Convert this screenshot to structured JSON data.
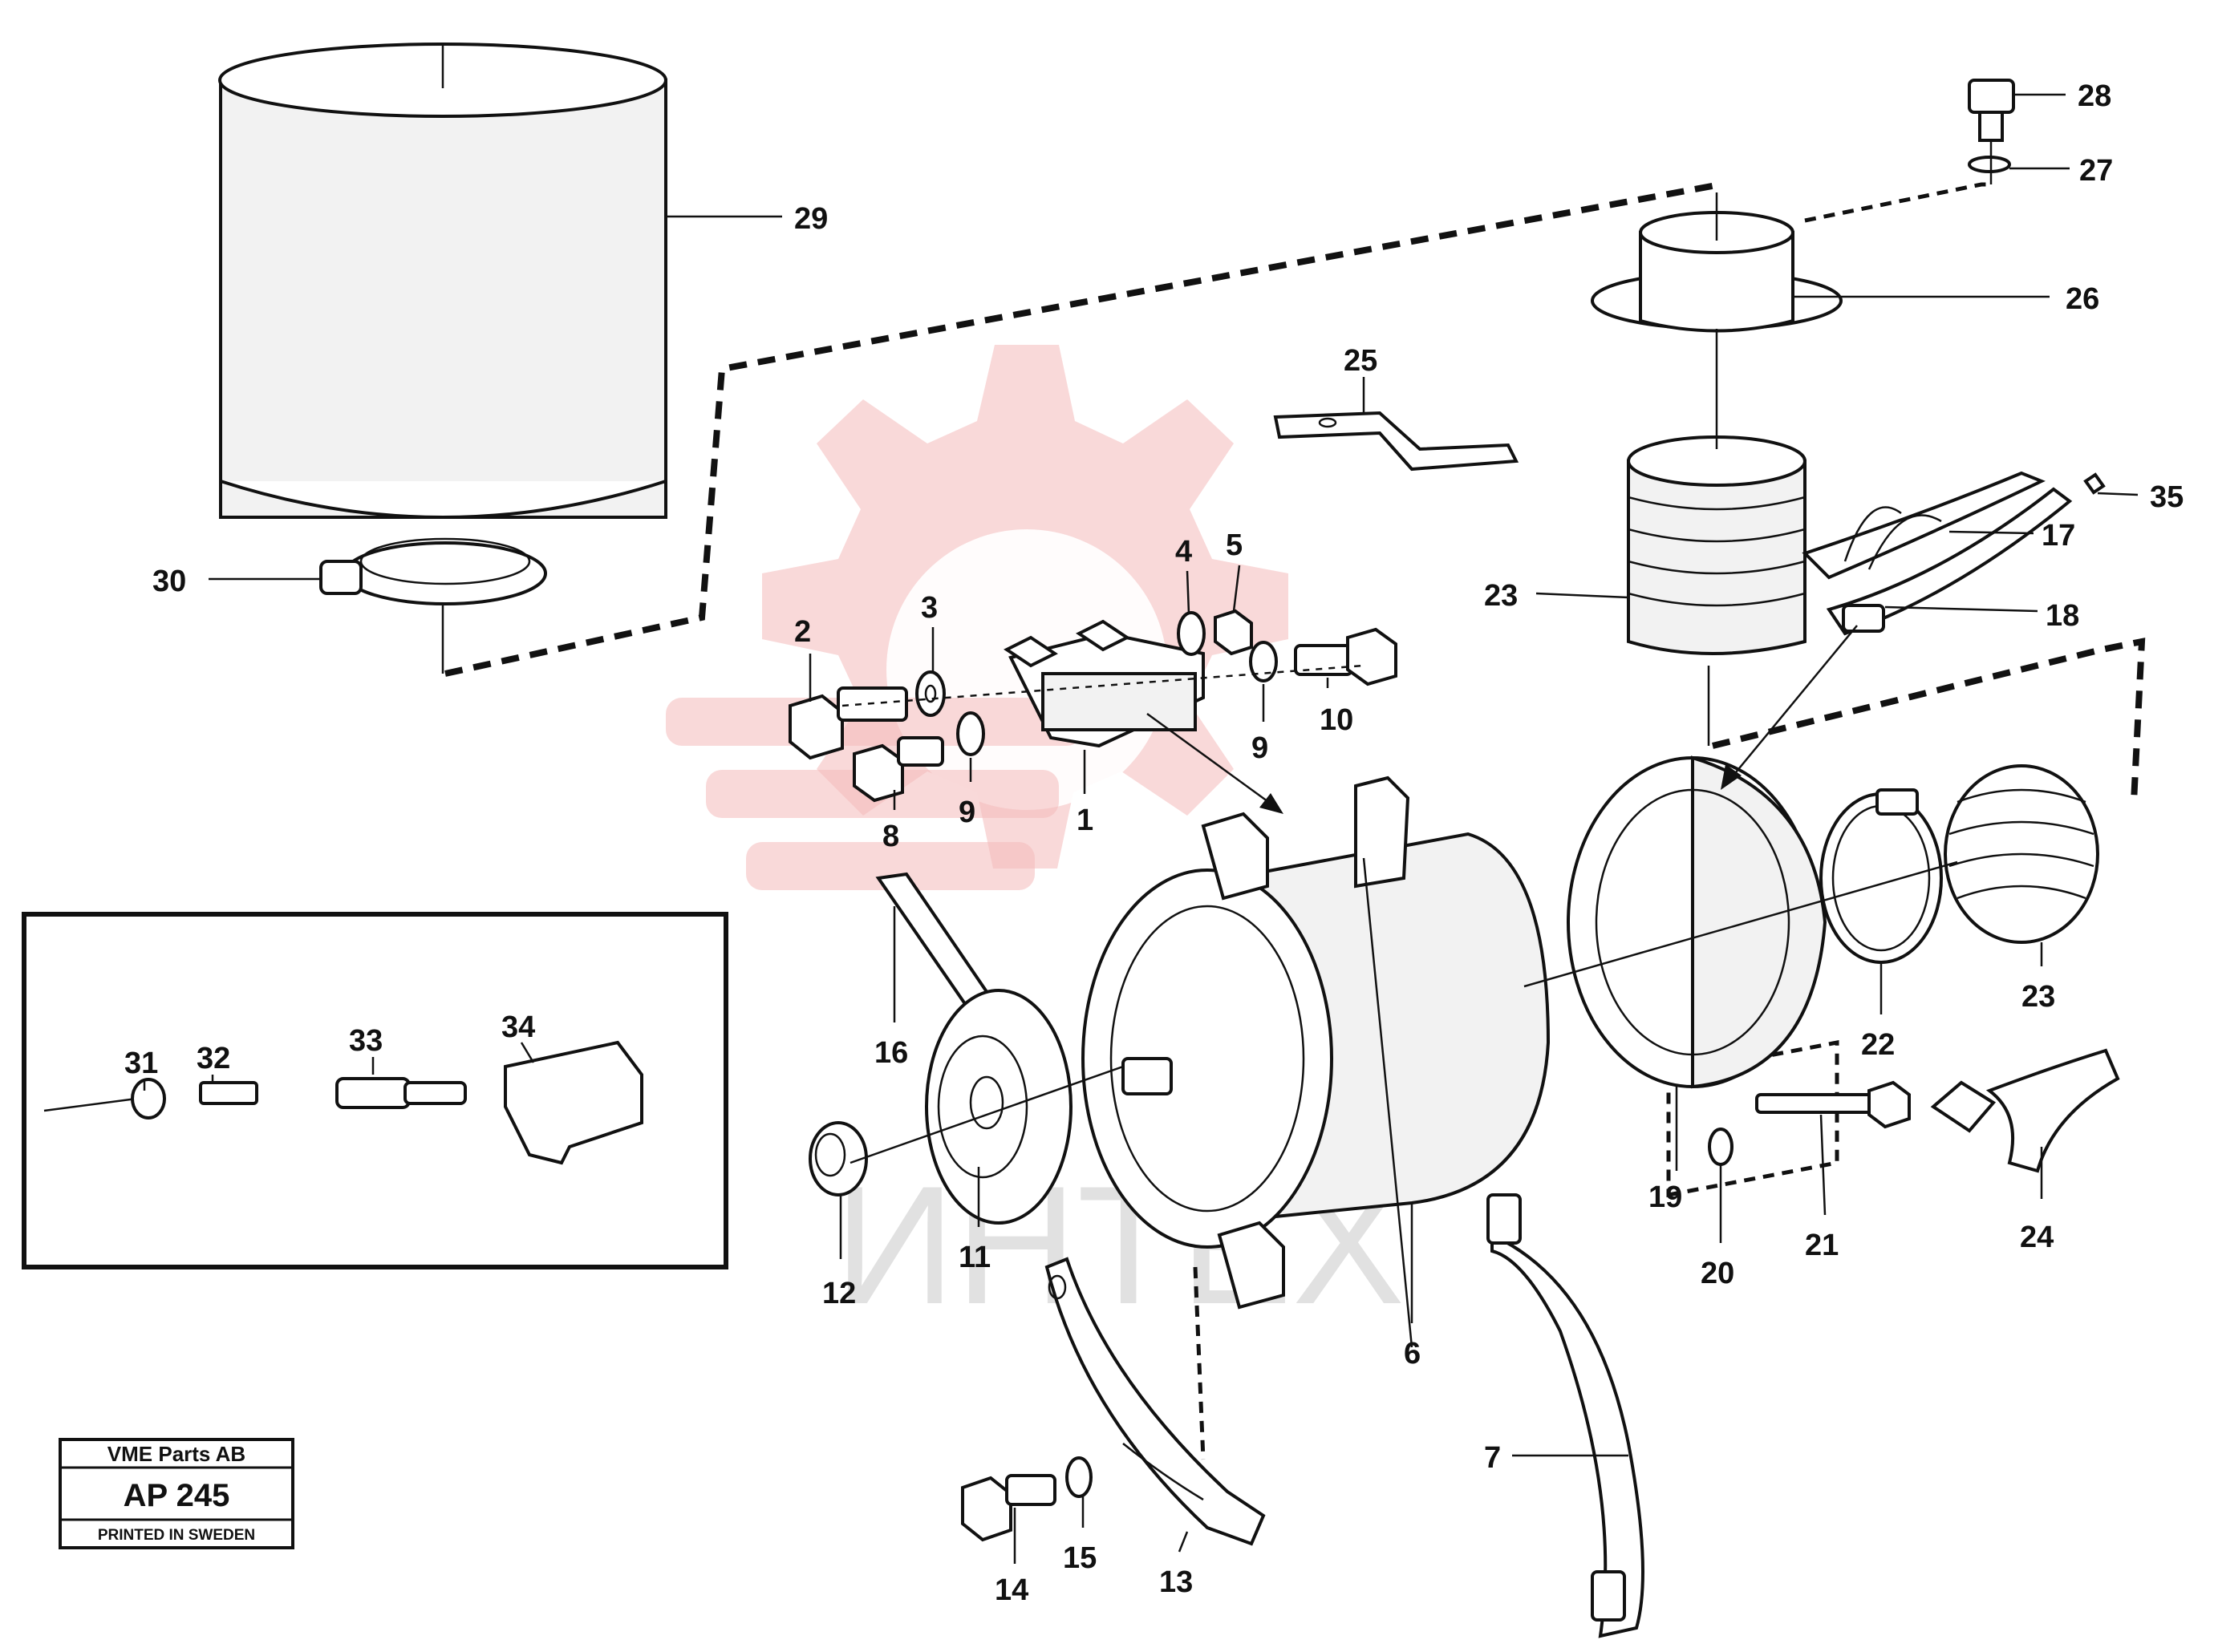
{
  "watermark": {
    "text": "ИНТЕХ",
    "gear_color": "#f4b9b9"
  },
  "titleblock": {
    "line1": "VME Parts AB",
    "line2": "AP 245",
    "line3": "PRINTED IN SWEDEN"
  },
  "callouts": [
    {
      "id": "c1",
      "label": "1"
    },
    {
      "id": "c2",
      "label": "2"
    },
    {
      "id": "c3",
      "label": "3"
    },
    {
      "id": "c4",
      "label": "4"
    },
    {
      "id": "c5",
      "label": "5"
    },
    {
      "id": "c6",
      "label": "6"
    },
    {
      "id": "c7",
      "label": "7"
    },
    {
      "id": "c8",
      "label": "8"
    },
    {
      "id": "c9a",
      "label": "9"
    },
    {
      "id": "c9b",
      "label": "9"
    },
    {
      "id": "c10",
      "label": "10"
    },
    {
      "id": "c11",
      "label": "11"
    },
    {
      "id": "c12",
      "label": "12"
    },
    {
      "id": "c13",
      "label": "13"
    },
    {
      "id": "c14",
      "label": "14"
    },
    {
      "id": "c15",
      "label": "15"
    },
    {
      "id": "c16",
      "label": "16"
    },
    {
      "id": "c17",
      "label": "17"
    },
    {
      "id": "c18",
      "label": "18"
    },
    {
      "id": "c19",
      "label": "19"
    },
    {
      "id": "c20",
      "label": "20"
    },
    {
      "id": "c21",
      "label": "21"
    },
    {
      "id": "c22",
      "label": "22"
    },
    {
      "id": "c23a",
      "label": "23"
    },
    {
      "id": "c23b",
      "label": "23"
    },
    {
      "id": "c24",
      "label": "24"
    },
    {
      "id": "c25",
      "label": "25"
    },
    {
      "id": "c26",
      "label": "26"
    },
    {
      "id": "c27",
      "label": "27"
    },
    {
      "id": "c28",
      "label": "28"
    },
    {
      "id": "c29",
      "label": "29"
    },
    {
      "id": "c30",
      "label": "30"
    },
    {
      "id": "c31",
      "label": "31"
    },
    {
      "id": "c32",
      "label": "32"
    },
    {
      "id": "c33",
      "label": "33"
    },
    {
      "id": "c34",
      "label": "34"
    },
    {
      "id": "c35",
      "label": "35"
    }
  ]
}
